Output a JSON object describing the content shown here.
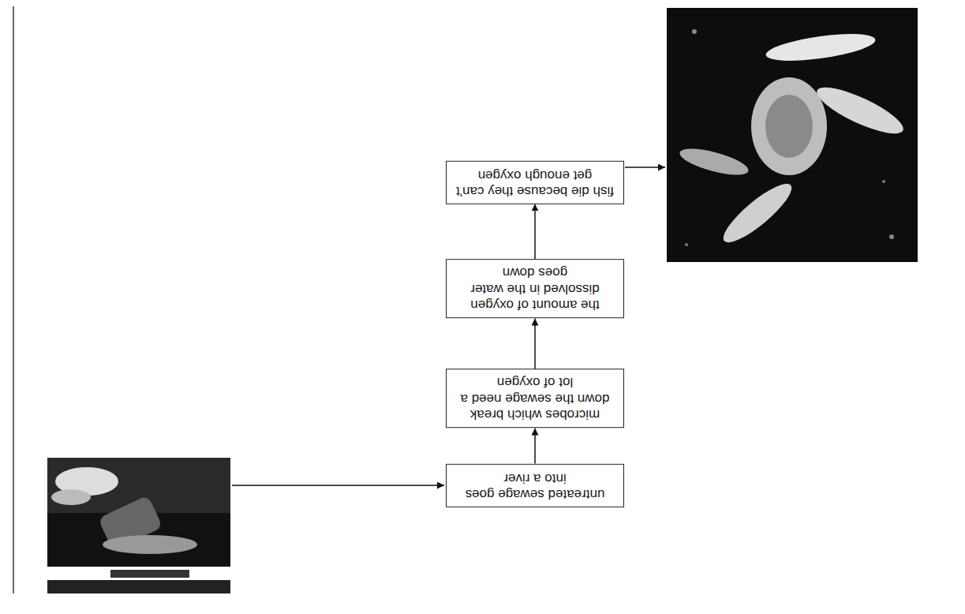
{
  "diagram": {
    "nodes": [
      {
        "text": [
          "untreated sewage goes into a river"
        ]
      },
      {
        "text": [
          "microbes which break down the sewage need a lot of oxygen"
        ]
      },
      {
        "text": [
          "the amount of oxygen dissolved in the water goes down"
        ]
      },
      {
        "text": [
          "fish die because they can't get enough oxygen"
        ]
      }
    ],
    "edges": [
      {
        "from": 0,
        "to": 1,
        "arrow": "to"
      },
      {
        "from": 1,
        "to": 2,
        "arrow": "to"
      },
      {
        "from": 2,
        "to": 3,
        "arrow": "to"
      }
    ]
  }
}
